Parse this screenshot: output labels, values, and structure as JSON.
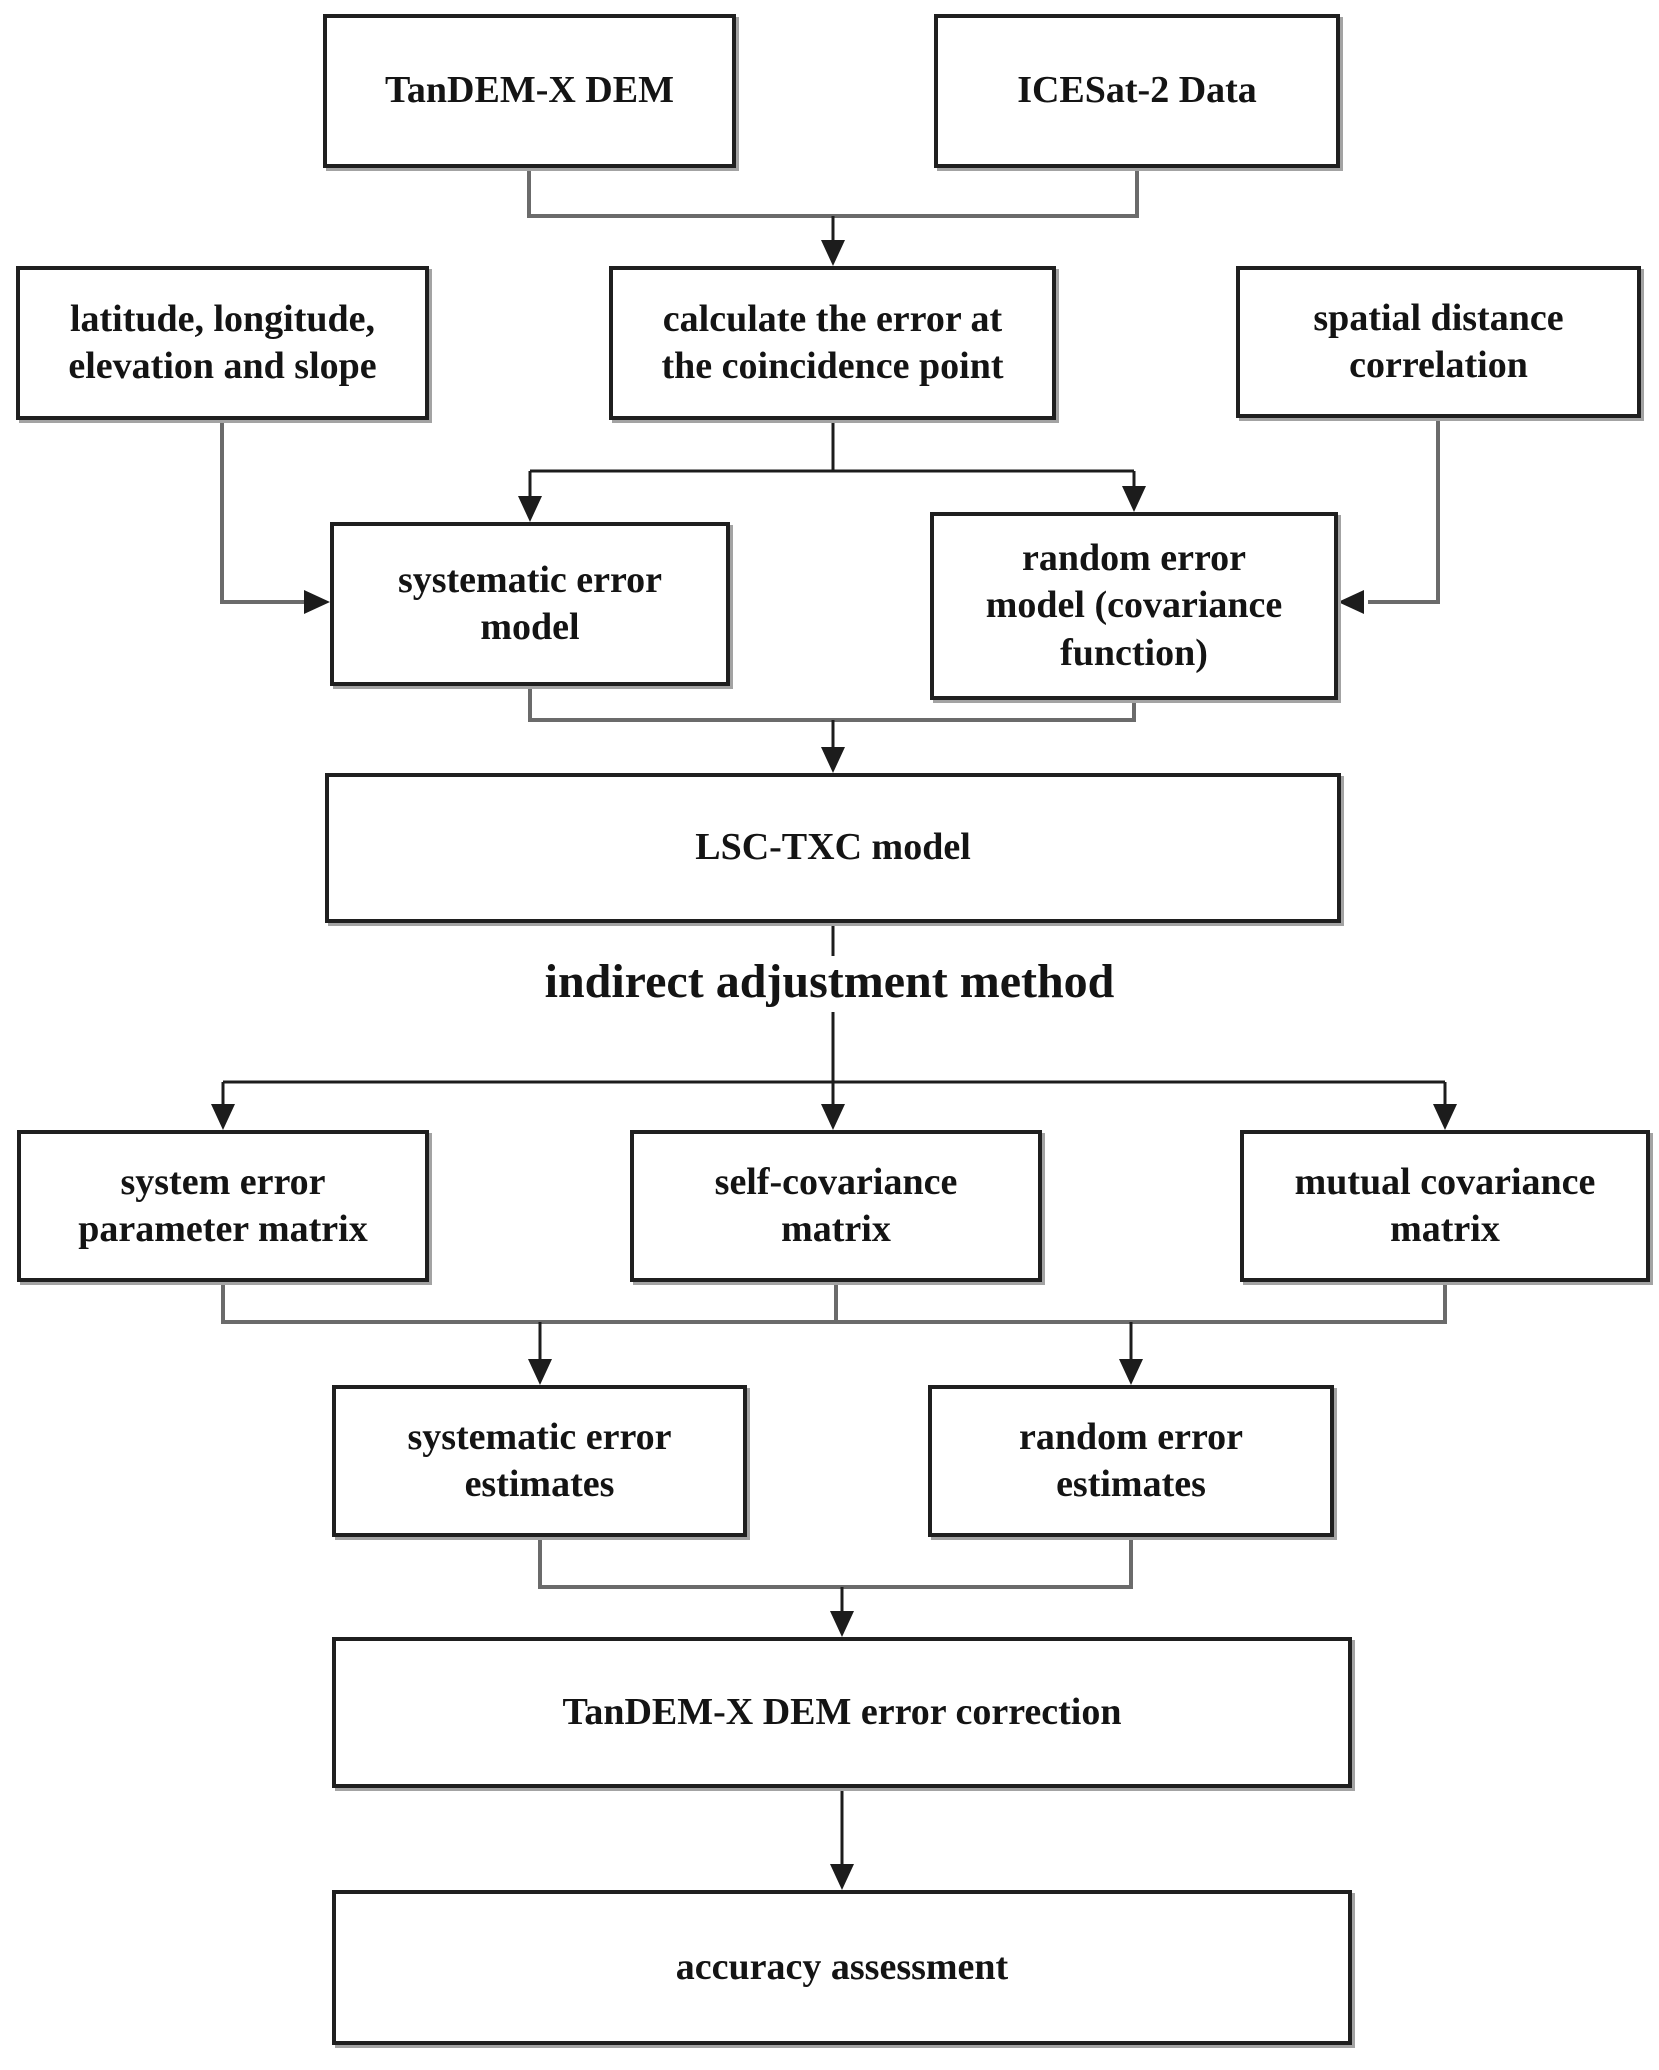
{
  "colors": {
    "background": "#ffffff",
    "box_fill": "#ffffff",
    "box_border": "#1f1f1f",
    "text": "#141414",
    "connector_gray": "#6b6b6b",
    "arrow_black": "#1c1c1c",
    "shadow_gray": "#a3a3a3"
  },
  "nodes": {
    "tandem_dem": {
      "label": "TanDEM-X DEM"
    },
    "icesat_data": {
      "label": "ICESat-2 Data"
    },
    "lat_lon": {
      "label": "latitude, longitude,\nelevation and slope"
    },
    "calc_error": {
      "label": "calculate the error at\nthe coincidence point"
    },
    "spatial_corr": {
      "label": "spatial distance\ncorrelation"
    },
    "sys_model": {
      "label": "systematic error\nmodel"
    },
    "rand_model": {
      "label": "random error\nmodel (covariance\nfunction)"
    },
    "lsc_txc": {
      "label": "LSC-TXC model"
    },
    "indirect_label": {
      "label": "indirect adjustment method"
    },
    "sys_param_matrix": {
      "label": "system error\nparameter matrix"
    },
    "self_cov_matrix": {
      "label": "self-covariance\nmatrix"
    },
    "mutual_cov_matrix": {
      "label": "mutual covariance\nmatrix"
    },
    "sys_estimates": {
      "label": "systematic error\nestimates"
    },
    "rand_estimates": {
      "label": "random error\nestimates"
    },
    "dem_correction": {
      "label": "TanDEM-X DEM error correction"
    },
    "accuracy": {
      "label": "accuracy assessment"
    }
  }
}
